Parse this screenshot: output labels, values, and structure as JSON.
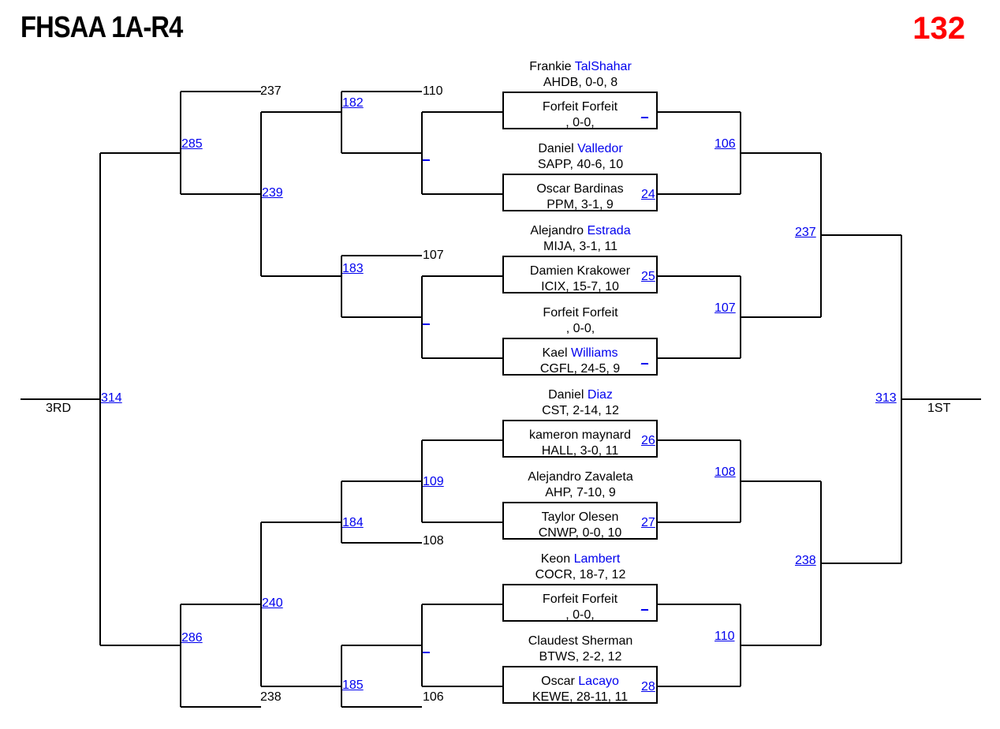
{
  "header": {
    "title": "FHSAA 1A-R4",
    "weight": "132"
  },
  "placements": {
    "third": "3RD",
    "first": "1ST"
  },
  "matchups": [
    {
      "w1": {
        "first": "Frankie",
        "last": "TalShahar",
        "last_link": true,
        "info": "AHDB, 0-0, 8"
      },
      "w2": {
        "first": "Forfeit",
        "last": "Forfeit",
        "last_link": false,
        "info": ", 0-0,"
      },
      "bout": "_"
    },
    {
      "w1": {
        "first": "Daniel",
        "last": "Valledor",
        "last_link": true,
        "info": "SAPP, 40-6, 10"
      },
      "w2": {
        "first": "Oscar",
        "last": "Bardinas",
        "last_link": false,
        "info": "PPM, 3-1, 9"
      },
      "bout": "24"
    },
    {
      "w1": {
        "first": "Alejandro",
        "last": "Estrada",
        "last_link": true,
        "info": "MIJA, 3-1, 11"
      },
      "w2": {
        "first": "Damien",
        "last": "Krakower",
        "last_link": false,
        "info": "ICIX, 15-7, 10"
      },
      "bout": "25"
    },
    {
      "w1": {
        "first": "Forfeit",
        "last": "Forfeit",
        "last_link": false,
        "info": ", 0-0,"
      },
      "w2": {
        "first": "Kael",
        "last": "Williams",
        "last_link": true,
        "info": "CGFL, 24-5, 9"
      },
      "bout": "_"
    },
    {
      "w1": {
        "first": "Daniel",
        "last": "Diaz",
        "last_link": true,
        "info": "CST, 2-14, 12"
      },
      "w2": {
        "first": "kameron",
        "last": "maynard",
        "last_link": false,
        "info": "HALL, 3-0, 11"
      },
      "bout": "26"
    },
    {
      "w1": {
        "first": "Alejandro",
        "last": "Zavaleta",
        "last_link": false,
        "info": "AHP, 7-10, 9"
      },
      "w2": {
        "first": "Taylor",
        "last": "Olesen",
        "last_link": false,
        "info": "CNWP, 0-0, 10"
      },
      "bout": "27"
    },
    {
      "w1": {
        "first": "Keon",
        "last": "Lambert",
        "last_link": true,
        "info": "COCR, 18-7, 12"
      },
      "w2": {
        "first": "Forfeit",
        "last": "Forfeit",
        "last_link": false,
        "info": ", 0-0,"
      },
      "bout": "_"
    },
    {
      "w1": {
        "first": "Claudest",
        "last": "Sherman",
        "last_link": false,
        "info": "BTWS, 2-2, 12"
      },
      "w2": {
        "first": "Oscar",
        "last": "Lacayo",
        "last_link": true,
        "info": "KEWE, 28-11, 11"
      },
      "bout": "28"
    }
  ],
  "winners": {
    "qf": [
      "106",
      "107",
      "108",
      "110"
    ],
    "sf": [
      "237",
      "238"
    ],
    "final": "313"
  },
  "consolation": {
    "drop_labels": [
      "237",
      "110",
      "108",
      "107",
      "238",
      "106"
    ],
    "r1": [
      "_",
      "_",
      "109",
      "_"
    ],
    "r2": [
      "182",
      "183",
      "184",
      "185"
    ],
    "r3": [
      "239",
      "240"
    ],
    "r4": [
      "285",
      "286"
    ],
    "third": "314"
  }
}
